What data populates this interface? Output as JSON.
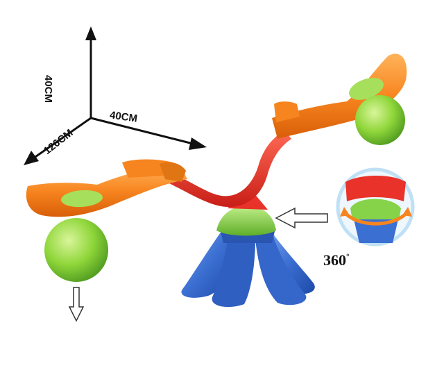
{
  "dimensions": {
    "height": "40CM",
    "width": "40CM",
    "length": "126CM"
  },
  "rotation": {
    "value": "360",
    "unit": "°"
  },
  "colors": {
    "seat_orange": "#f7851f",
    "beam_red": "#e8322a",
    "ball_green": "#8fd63a",
    "base_blue": "#3b6fd1",
    "hub_green": "#86d34a",
    "inset_ring": "#bfe0f5"
  },
  "icons": {
    "axes": "dimension-arrows-icon",
    "pointer": "outline-arrow-icon",
    "down": "down-arrow-icon",
    "rotate": "rotation-arrow-icon"
  }
}
